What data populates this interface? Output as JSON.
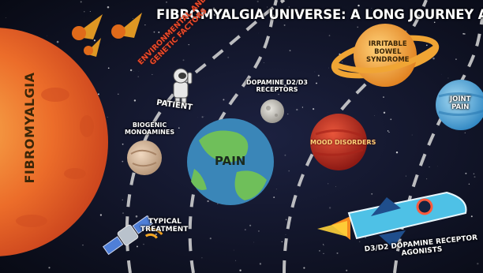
{
  "title": "FIBROMYALGIA UNIVERSE: A LONG JOURNEY AHEAD...",
  "labels": {
    "fibromyalgia": "FIBROMYALGIA",
    "environmental_line1": "ENVIRONMENTAL AND",
    "environmental_line2": "GENETIC FACTORS",
    "patient": "PATIENT",
    "biogenic_line1": "BIOGENIC",
    "biogenic_line2": "MONOAMINES",
    "dopamine_receptors_line1": "DOPAMINE D2/D3",
    "dopamine_receptors_line2": "RECEPTORS",
    "pain": "PAIN",
    "ibs_line1": "IRRITABLE",
    "ibs_line2": "BOWEL",
    "ibs_line3": "SYNDROME",
    "mood": "MOOD DISORDERS",
    "joint_line1": "JOINT",
    "joint_line2": "PAIN",
    "treatment_line1": "TYPICAL",
    "treatment_line2": "TREATMENT",
    "agonists_line1": "D3/D2 DOPAMINE RECEPTOR",
    "agonists_line2": "AGONISTS"
  },
  "colors": {
    "space": "#0c0f1e",
    "sun": "#e8642a",
    "earth_ocean": "#3a86b8",
    "earth_land": "#6fbf5a",
    "mars": "#c62b22",
    "saturn": "#f2a23a",
    "neptune": "#5ab4e0",
    "text_red": "#e84a2a"
  },
  "icons": [
    "meteor-icon",
    "astronaut-icon",
    "satellite-icon",
    "rocket-icon"
  ]
}
